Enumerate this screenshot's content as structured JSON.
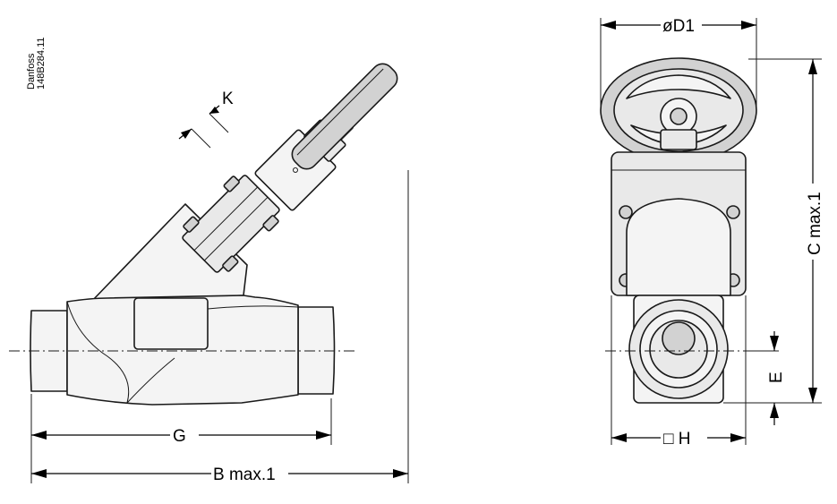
{
  "reference": {
    "brand": "Danfoss",
    "code": "148B284.11"
  },
  "dimensions": {
    "k": "K",
    "g": "G",
    "b": "B max.1",
    "d1": "øD1",
    "c": "C max.1",
    "e": "E",
    "h": "□ H"
  }
}
